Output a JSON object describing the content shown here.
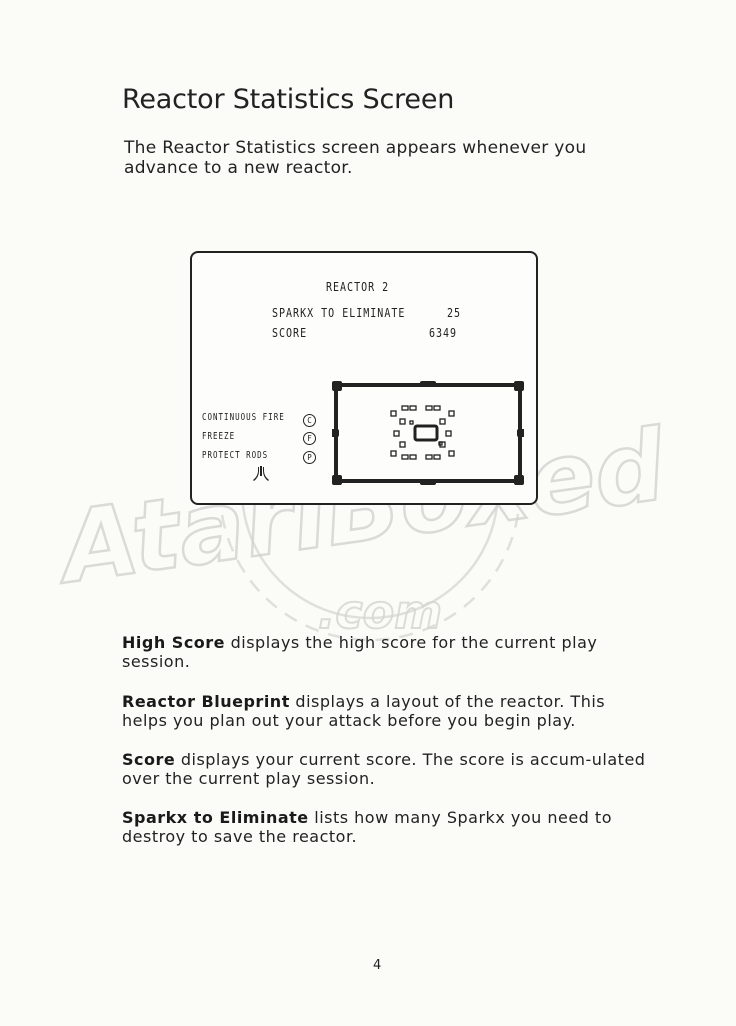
{
  "watermark": {
    "brand": "AtariBoxed",
    "suffix": ".com"
  },
  "page": {
    "title": "Reactor Statistics Screen",
    "intro": "The Reactor Statistics screen appears whenever you advance to a new reactor.",
    "page_number": "4"
  },
  "screen": {
    "reactor_heading": "REACTOR 2",
    "sparkx_label": "SPARKX TO ELIMINATE",
    "sparkx_value": "25",
    "score_label": "SCORE",
    "score_value": "6349",
    "options": [
      {
        "label": "CONTINUOUS FIRE",
        "icon_letter": "C"
      },
      {
        "label": "FREEZE",
        "icon_letter": "F"
      },
      {
        "label": "PROTECT RODS",
        "icon_letter": "P"
      }
    ]
  },
  "descriptions": [
    {
      "term": "High Score",
      "text": " displays the high score for the current play session."
    },
    {
      "term": "Reactor Blueprint",
      "text": " displays a layout of the reactor. This helps you plan out your attack before you begin play."
    },
    {
      "term": "Score",
      "text": " displays your current score. The score is accum-ulated over the current play session."
    },
    {
      "term": "Sparkx to Eliminate",
      "text": " lists how many Sparkx you need to destroy to save the reactor."
    }
  ]
}
